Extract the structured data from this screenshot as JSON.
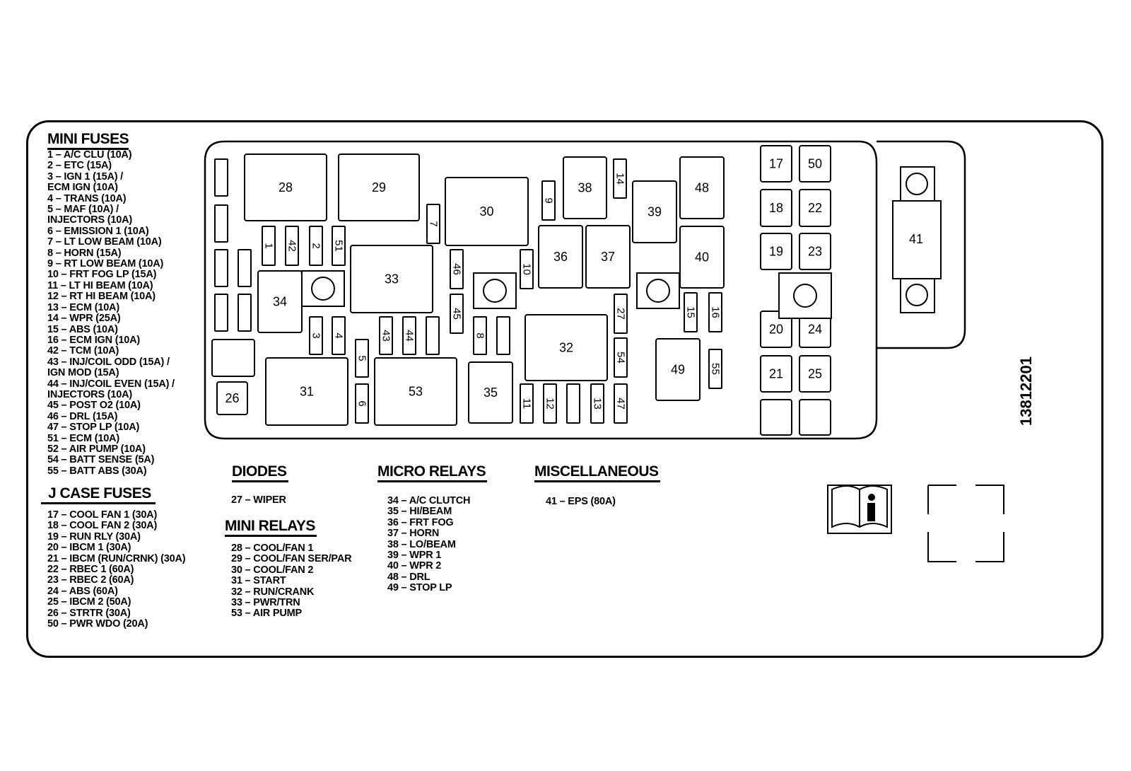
{
  "mini_fuses": {
    "title": "MINI FUSES",
    "items": [
      {
        "text": "1 – A/C CLU (10A)"
      },
      {
        "text": "2 – ETC (15A)"
      },
      {
        "text": "3 – IGN 1 (15A) /"
      },
      {
        "text": "ECM IGN (10A)",
        "cont": true
      },
      {
        "text": "4 – TRANS (10A)"
      },
      {
        "text": "5 – MAF (10A) /"
      },
      {
        "text": "INJECTORS (10A)",
        "cont": true
      },
      {
        "text": "6 – EMISSION 1 (10A)"
      },
      {
        "text": "7 – LT LOW BEAM (10A)"
      },
      {
        "text": "8 – HORN (15A)"
      },
      {
        "text": "9 – RT LOW BEAM (10A)"
      },
      {
        "text": "10 – FRT FOG LP (15A)"
      },
      {
        "text": "11 – LT HI BEAM (10A)"
      },
      {
        "text": "12 – RT HI BEAM (10A)"
      },
      {
        "text": "13 – ECM (10A)"
      },
      {
        "text": "14 – WPR (25A)"
      },
      {
        "text": "15 – ABS (10A)"
      },
      {
        "text": "16 – ECM IGN (10A)"
      },
      {
        "text": "42 – TCM (10A)"
      },
      {
        "text": "43 – INJ/COIL ODD (15A) /"
      },
      {
        "text": "IGN MOD (15A)",
        "cont": true
      },
      {
        "text": "44 – INJ/COIL EVEN (15A) /"
      },
      {
        "text": "INJECTORS (10A)",
        "cont": true
      },
      {
        "text": "45 – POST O2 (10A)"
      },
      {
        "text": "46 – DRL (15A)"
      },
      {
        "text": "47 – STOP LP (10A)"
      },
      {
        "text": "51 – ECM (10A)"
      },
      {
        "text": "52 – AIR PUMP (10A)"
      },
      {
        "text": "54 – BATT SENSE (5A)"
      },
      {
        "text": "55 – BATT ABS (30A)"
      }
    ]
  },
  "j_case_fuses": {
    "title": "J CASE FUSES",
    "items": [
      "17 – COOL FAN 1 (30A)",
      "18 – COOL FAN 2 (30A)",
      "19 – RUN RLY (30A)",
      "20 – IBCM 1 (30A)",
      "21 – IBCM (RUN/CRNK) (30A)",
      "22 – RBEC 1 (60A)",
      "23 – RBEC 2 (60A)",
      "24 – ABS (60A)",
      "25 – IBCM 2 (50A)",
      "26 – STRTR (30A)",
      "50 – PWR WDO (20A)"
    ]
  },
  "diodes": {
    "title": "DIODES",
    "items": [
      "27 – WIPER"
    ]
  },
  "mini_relays": {
    "title": "MINI RELAYS",
    "items": [
      "28 – COOL/FAN 1",
      "29 – COOL/FAN SER/PAR",
      "30 – COOL/FAN 2",
      "31 – START",
      "32 – RUN/CRANK",
      "33 – PWR/TRN",
      "53 – AIR PUMP"
    ]
  },
  "micro_relays": {
    "title": "MICRO RELAYS",
    "items": [
      "34 – A/C CLUTCH",
      "35 – HI/BEAM",
      "36 – FRT FOG",
      "37 – HORN",
      "38 – LO/BEAM",
      "39 – WPR 1",
      "40 – WPR 2",
      "48 – DRL",
      "49 – STOP LP"
    ]
  },
  "miscellaneous": {
    "title": "MISCELLANEOUS",
    "items": [
      "41 – EPS (80A)"
    ]
  },
  "part_number": "13812201",
  "box_labels": {
    "b28": "28",
    "b29": "29",
    "b30": "30",
    "b31": "31",
    "b32": "32",
    "b33": "33",
    "b34": "34",
    "b35": "35",
    "b36": "36",
    "b37": "37",
    "b38": "38",
    "b39": "39",
    "b40": "40",
    "b41": "41",
    "b48": "48",
    "b49": "49",
    "b53": "53",
    "b26": "26",
    "b17": "17",
    "b18": "18",
    "b19": "19",
    "b20": "20",
    "b21": "21",
    "b22": "22",
    "b23": "23",
    "b24": "24",
    "b25": "25",
    "b50": "50",
    "f1": "1",
    "f2": "2",
    "f3": "3",
    "f4": "4",
    "f5": "5",
    "f6": "6",
    "f7": "7",
    "f8": "8",
    "f9": "9",
    "f10": "10",
    "f11": "11",
    "f12": "12",
    "f13": "13",
    "f14": "14",
    "f15": "15",
    "f16": "16",
    "f27": "27",
    "f42": "42",
    "f43": "43",
    "f44": "44",
    "f45": "45",
    "f46": "46",
    "f47": "47",
    "f51": "51",
    "f54": "54",
    "f55": "55"
  },
  "icons": {
    "manual": "info-manual-icon"
  }
}
